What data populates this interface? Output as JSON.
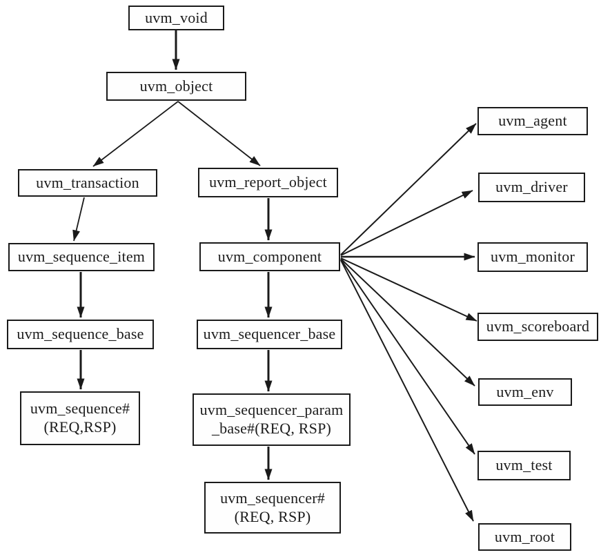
{
  "diagram": {
    "type": "class-hierarchy-flowchart",
    "colors": {
      "background": "#ffffff",
      "box_fill": "#fefefe",
      "line": "#1a1a1a",
      "text": "#1c1c1c"
    },
    "nodes": [
      {
        "id": "uvm_void",
        "label": "uvm_void",
        "lines": [
          "uvm_void"
        ]
      },
      {
        "id": "uvm_object",
        "label": "uvm_object",
        "lines": [
          "uvm_object"
        ]
      },
      {
        "id": "uvm_transaction",
        "label": "uvm_transaction",
        "lines": [
          "uvm_transaction"
        ]
      },
      {
        "id": "uvm_report_object",
        "label": "uvm_report_object",
        "lines": [
          "uvm_report_object"
        ]
      },
      {
        "id": "uvm_sequence_item",
        "label": "uvm_sequence_item",
        "lines": [
          "uvm_sequence_item"
        ]
      },
      {
        "id": "uvm_component",
        "label": "uvm_component",
        "lines": [
          "uvm_component"
        ]
      },
      {
        "id": "uvm_sequence_base",
        "label": "uvm_sequence_base",
        "lines": [
          "uvm_sequence_base"
        ]
      },
      {
        "id": "uvm_sequencer_base",
        "label": "uvm_sequencer_base",
        "lines": [
          "uvm_sequencer_base"
        ]
      },
      {
        "id": "uvm_sequence_req_rsp",
        "label": "uvm_sequence#(REQ,RSP)",
        "lines": [
          "uvm_sequence#",
          "(REQ,RSP)"
        ]
      },
      {
        "id": "uvm_sequencer_param_base",
        "label": "uvm_sequencer_param_base#(REQ, RSP)",
        "lines": [
          "uvm_sequencer_param",
          "_base#(REQ, RSP)"
        ]
      },
      {
        "id": "uvm_sequencer_req_rsp",
        "label": "uvm_sequencer#(REQ, RSP)",
        "lines": [
          "uvm_sequencer#",
          "(REQ, RSP)"
        ]
      },
      {
        "id": "uvm_agent",
        "label": "uvm_agent",
        "lines": [
          "uvm_agent"
        ]
      },
      {
        "id": "uvm_driver",
        "label": "uvm_driver",
        "lines": [
          "uvm_driver"
        ]
      },
      {
        "id": "uvm_monitor",
        "label": "uvm_monitor",
        "lines": [
          "uvm_monitor"
        ]
      },
      {
        "id": "uvm_scoreboard",
        "label": "uvm_scoreboard",
        "lines": [
          "uvm_scoreboard"
        ]
      },
      {
        "id": "uvm_env",
        "label": "uvm_env",
        "lines": [
          "uvm_env"
        ]
      },
      {
        "id": "uvm_test",
        "label": "uvm_test",
        "lines": [
          "uvm_test"
        ]
      },
      {
        "id": "uvm_root",
        "label": "uvm_root",
        "lines": [
          "uvm_root"
        ]
      }
    ],
    "edges": [
      {
        "from": "uvm_void",
        "to": "uvm_object"
      },
      {
        "from": "uvm_object",
        "to": "uvm_transaction"
      },
      {
        "from": "uvm_object",
        "to": "uvm_report_object"
      },
      {
        "from": "uvm_transaction",
        "to": "uvm_sequence_item"
      },
      {
        "from": "uvm_sequence_item",
        "to": "uvm_sequence_base"
      },
      {
        "from": "uvm_sequence_base",
        "to": "uvm_sequence_req_rsp"
      },
      {
        "from": "uvm_report_object",
        "to": "uvm_component"
      },
      {
        "from": "uvm_component",
        "to": "uvm_sequencer_base"
      },
      {
        "from": "uvm_sequencer_base",
        "to": "uvm_sequencer_param_base"
      },
      {
        "from": "uvm_sequencer_param_base",
        "to": "uvm_sequencer_req_rsp"
      },
      {
        "from": "uvm_component",
        "to": "uvm_agent"
      },
      {
        "from": "uvm_component",
        "to": "uvm_driver"
      },
      {
        "from": "uvm_component",
        "to": "uvm_monitor"
      },
      {
        "from": "uvm_component",
        "to": "uvm_scoreboard"
      },
      {
        "from": "uvm_component",
        "to": "uvm_env"
      },
      {
        "from": "uvm_component",
        "to": "uvm_test"
      },
      {
        "from": "uvm_component",
        "to": "uvm_root"
      }
    ]
  }
}
